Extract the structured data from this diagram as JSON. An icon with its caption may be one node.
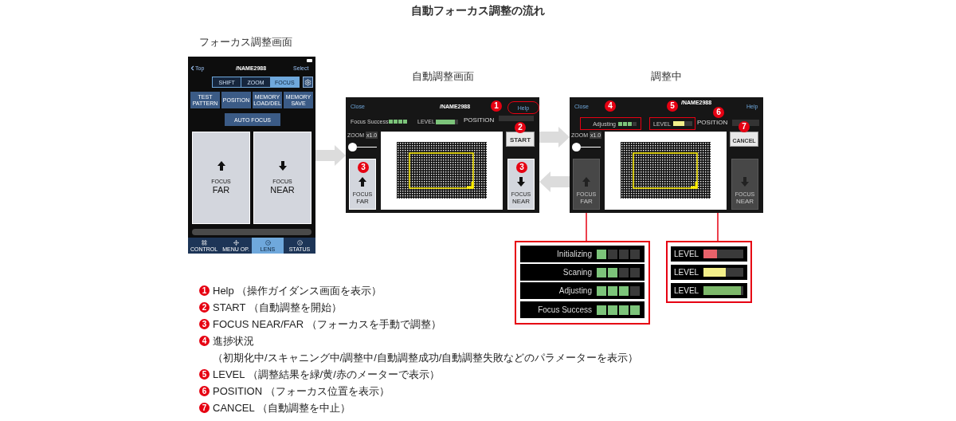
{
  "diagram": {
    "title": "自動フォーカス調整の流れ",
    "nodes": [
      {
        "text": [
          "フォーカス調整画面"
        ]
      },
      {
        "text": [
          "自動調整画面"
        ]
      },
      {
        "text": [
          "調整中"
        ]
      },
      {
        "text": [
          "Help"
        ],
        "in": 1
      },
      {
        "text": [
          "Adjusting"
        ],
        "in": 2
      },
      {
        "text": [
          "LEVEL"
        ],
        "in": 2
      },
      {
        "text": [],
        "shape": "box"
      },
      {
        "text": [
          "Initializing"
        ],
        "in": 6
      },
      {
        "text": [
          "Scaning"
        ],
        "in": 6
      },
      {
        "text": [
          "Adjusting"
        ],
        "in": 6
      },
      {
        "text": [
          "Focus Success"
        ],
        "in": 6
      },
      {
        "text": [],
        "shape": "box"
      },
      {
        "text": [
          "LEVEL"
        ],
        "in": 11
      },
      {
        "text": [
          "LEVEL"
        ],
        "in": 11
      },
      {
        "text": [
          "LEVEL"
        ],
        "in": 11
      }
    ],
    "edges": [
      {
        "from": 0,
        "to": 1,
        "arrow": "to"
      },
      {
        "from": 1,
        "to": 2,
        "arrow": "to"
      },
      {
        "from": 2,
        "to": 1,
        "arrow": "to"
      },
      {
        "from": 4,
        "to": 6,
        "arrow": "none",
        "color": "#e60012"
      },
      {
        "from": 5,
        "to": 11,
        "arrow": "none",
        "color": "#e60012"
      }
    ],
    "labels": [
      "Top",
      "/NAME2988",
      "Select",
      "SHIFT",
      "ZOOM",
      "FOCUS",
      "TEST PATTERN",
      "POSITION",
      "MEMORY LOAD/DEL",
      "MEMORY SAVE",
      "AUTO FOCUS",
      "FOCUS",
      "FAR",
      "FOCUS",
      "NEAR",
      "CONTROL",
      "MENU OP.",
      "LENS",
      "STATUS",
      "Close",
      "/NAME2988",
      "1",
      "Focus Success",
      "LEVEL",
      "POSITION",
      "2",
      "ZOOM",
      "x1.0",
      "START",
      "3",
      "FOCUS",
      "FAR",
      "3",
      "FOCUS",
      "NEAR",
      "Close",
      "4",
      "/NAME2988",
      "5",
      "Help",
      "6",
      "POSITION",
      "7",
      "ZOOM",
      "x1.0",
      "CANCEL",
      "FOCUS",
      "FAR",
      "FOCUS",
      "NEAR",
      "1",
      "Help （操作ガイダンス画面を表示）",
      "2",
      "START （自動調整を開始）",
      "3",
      "FOCUS NEAR/FAR （フォーカスを手動で調整）",
      "4",
      "進捗状況",
      "（初期化中/スキャニング中/調整中/自動調整成功/自動調整失敗などのパラメーターを表示）",
      "5",
      "LEVEL （調整結果を緑/黄/赤のメーターで表示）",
      "6",
      "POSITION （フォーカス位置を表示）",
      "7",
      "CANCEL （自動調整を中止）"
    ]
  }
}
